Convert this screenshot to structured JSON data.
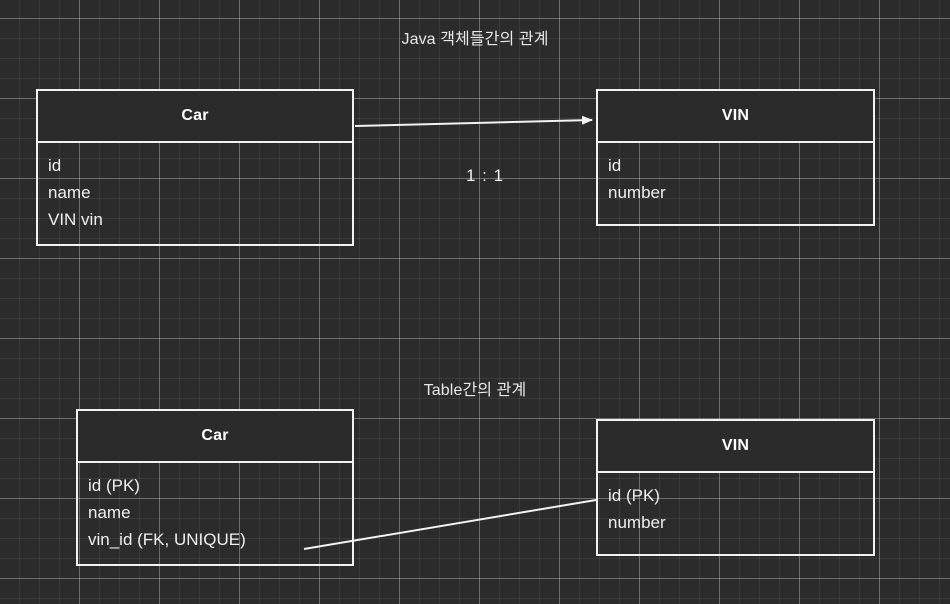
{
  "canvas": {
    "background_color": "#2b2b2b",
    "grid_minor_color": "#3a3a3a",
    "grid_major_color": "#6a6a6a",
    "stroke_color": "#f2f2f2"
  },
  "sections": [
    {
      "id": "object-relation",
      "title": "Java 객체들간의 관계"
    },
    {
      "id": "table-relation",
      "title": "Table간의 관계"
    }
  ],
  "entities": {
    "car_object": {
      "name": "Car",
      "fields": [
        "id",
        "name",
        "VIN vin"
      ]
    },
    "vin_object": {
      "name": "VIN",
      "fields": [
        "id",
        "number"
      ]
    },
    "car_table": {
      "name": "Car",
      "fields": [
        "id (PK)",
        "name",
        "vin_id (FK, UNIQUE)"
      ]
    },
    "vin_table": {
      "name": "VIN",
      "fields": [
        "id (PK)",
        "number"
      ]
    }
  },
  "connectors": {
    "object_relation": {
      "label": "1 : 1",
      "from": "Car",
      "to": "VIN",
      "arrow": "directed"
    },
    "table_relation": {
      "label": "",
      "from": "Car.vin_id",
      "to": "VIN.id",
      "arrow": "plain"
    }
  }
}
